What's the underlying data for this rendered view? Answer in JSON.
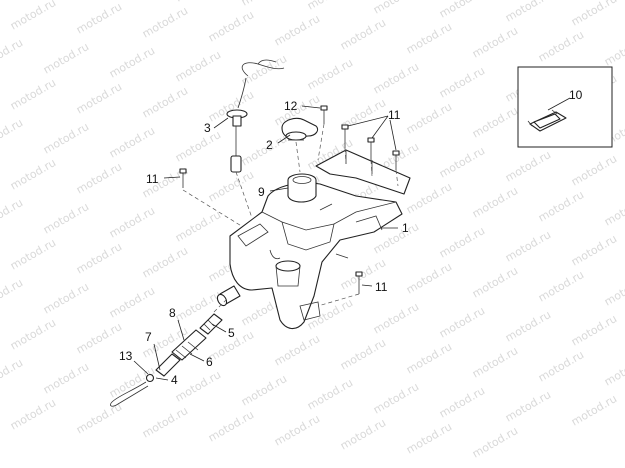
{
  "watermark": {
    "text": "motod.ru"
  },
  "callouts": {
    "p1": "1",
    "p2": "2",
    "p3": "3",
    "p4": "4",
    "p5": "5",
    "p6": "6",
    "p7": "7",
    "p8": "8",
    "p9": "9",
    "p10": "10",
    "p11a": "11",
    "p11b": "11",
    "p11c": "11",
    "p12": "12",
    "p13": "13"
  },
  "colors": {
    "line": "#222222",
    "watermark": "#d9d9d9",
    "background": "#ffffff"
  }
}
